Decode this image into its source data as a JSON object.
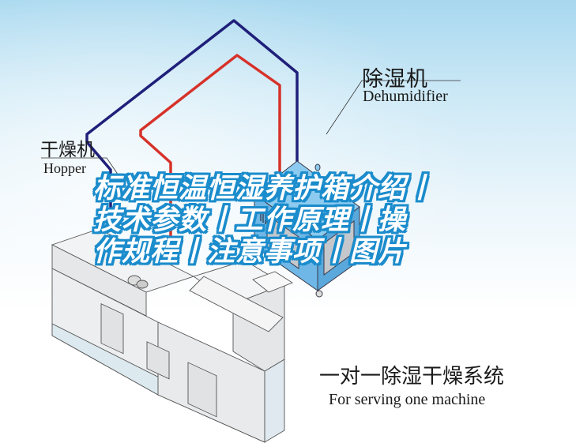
{
  "labels": {
    "dehumidifier_cn": "除湿机",
    "dehumidifier_en": "Dehumidifier",
    "hopper_cn": "干燥机",
    "hopper_en": "Hopper",
    "system_cn": "一对一除湿干燥系统",
    "system_en": "For serving one machine"
  },
  "title_overlay": {
    "lines": [
      "标准恒温恒湿养护箱介绍丨",
      "技术参数丨工作原理丨操",
      "作规程丨注意事项丨图片"
    ]
  },
  "colors": {
    "background_top": "#a8d8ef",
    "pipe_return": "#1f1f7a",
    "pipe_supply": "#d6322a",
    "dehumidifier_body": "#7cc0ea",
    "title_outline": "#1b8ccc",
    "title_fill": "#ffffff"
  }
}
